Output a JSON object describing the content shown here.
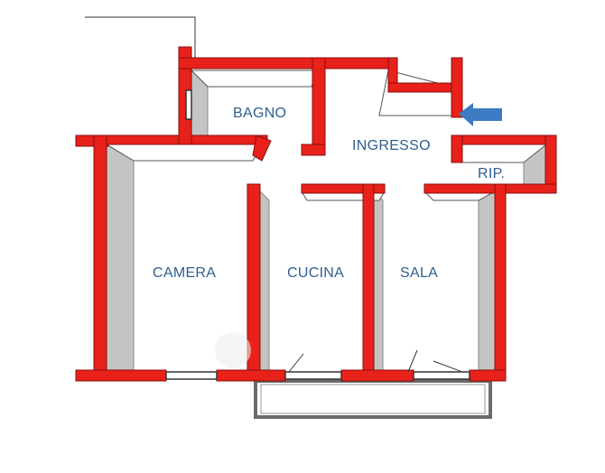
{
  "rooms": {
    "bagno": "BAGNO",
    "ingresso": "INGRESSO",
    "ripostiglio": "RIP.",
    "camera": "CAMERA",
    "cucina": "CUCINA",
    "sala": "SALA"
  },
  "entrance_arrow": {
    "color": "#3d7bc4",
    "icon": "arrow-left-icon"
  },
  "colors": {
    "wall": "#e8211b",
    "label": "#2e5f8f"
  }
}
